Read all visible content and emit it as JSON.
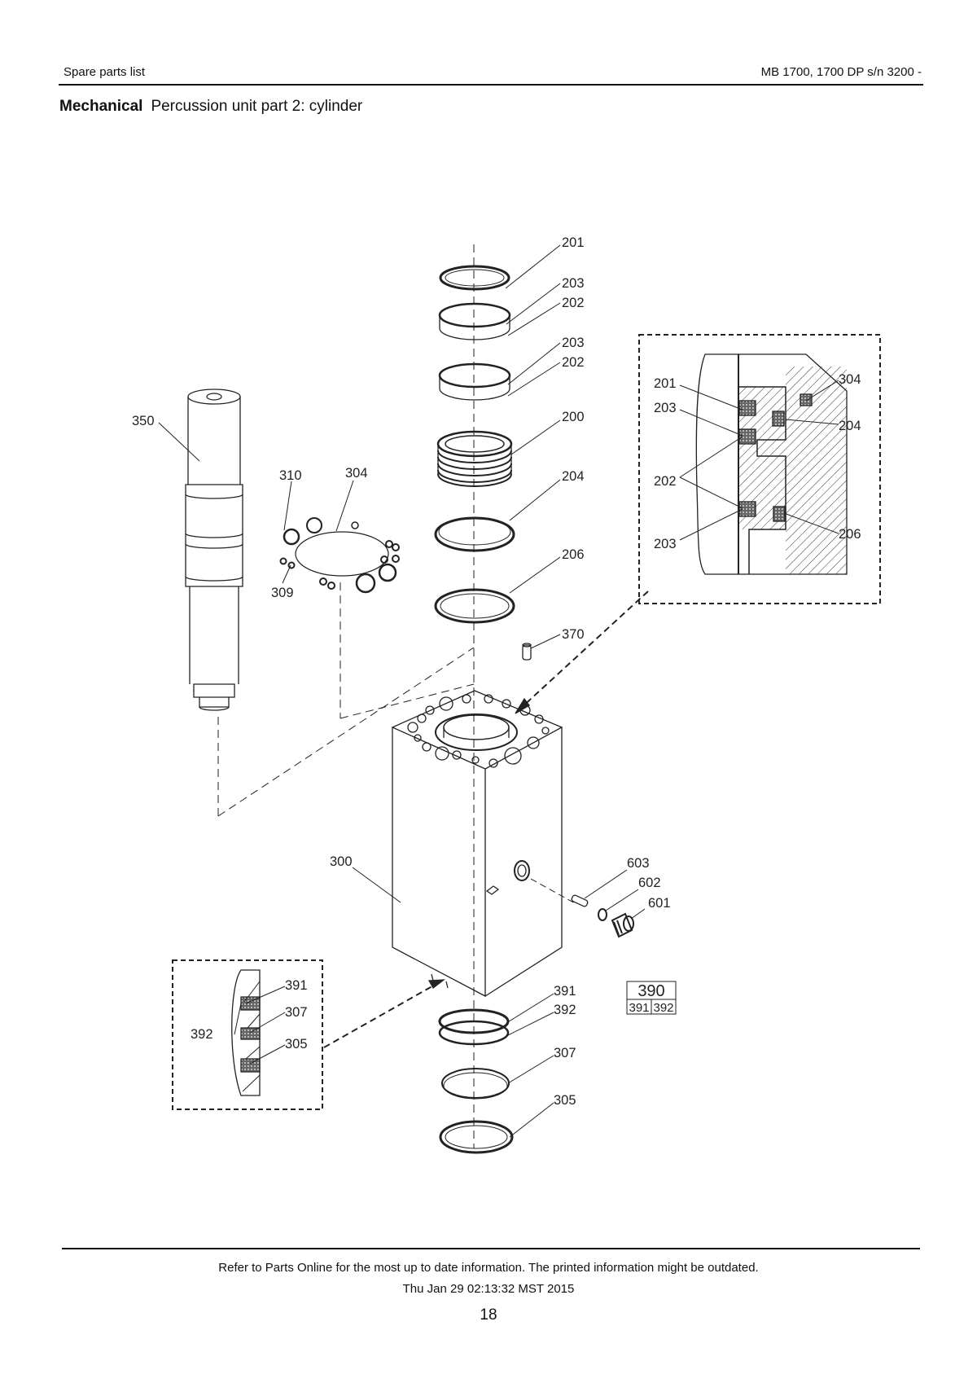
{
  "header": {
    "left": "Spare parts list",
    "right": "MB 1700, 1700 DP s/n 3200 -"
  },
  "title": {
    "section": "Mechanical",
    "subtitle": "Percussion unit part 2: cylinder"
  },
  "callouts": {
    "c201": "201",
    "c203a": "203",
    "c202a": "202",
    "c203b": "203",
    "c202b": "202",
    "c200": "200",
    "c204": "204",
    "c206": "206",
    "c370": "370",
    "c350": "350",
    "c310": "310",
    "c304": "304",
    "c309": "309",
    "c300": "300",
    "c603": "603",
    "c602": "602",
    "c601": "601",
    "c391": "391",
    "c392": "392",
    "c307": "307",
    "c305": "305",
    "d201": "201",
    "d203a": "203",
    "d202": "202",
    "d203b": "203",
    "d304": "304",
    "d204": "204",
    "d206": "206",
    "e391": "391",
    "e307": "307",
    "e392": "392",
    "e305": "305"
  },
  "kit_box": {
    "main": "390",
    "sub_left": "391",
    "sub_right": "392"
  },
  "footer": {
    "note": "Refer to Parts Online for the most up to date information. The printed information might be outdated.",
    "timestamp": "Thu Jan 29 02:13:32 MST 2015",
    "page_number": "18"
  }
}
